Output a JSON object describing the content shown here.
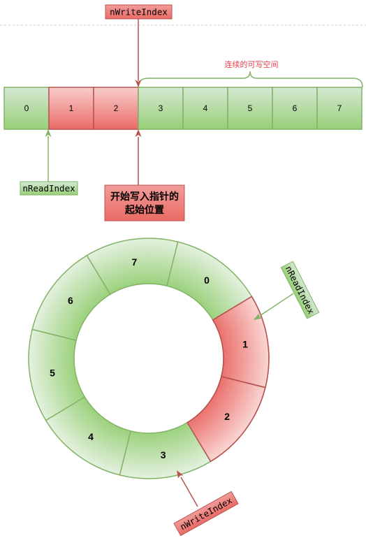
{
  "linear": {
    "cells": [
      {
        "label": "0",
        "state": "free"
      },
      {
        "label": "1",
        "state": "written"
      },
      {
        "label": "2",
        "state": "written"
      },
      {
        "label": "3",
        "state": "free"
      },
      {
        "label": "4",
        "state": "free"
      },
      {
        "label": "5",
        "state": "free"
      },
      {
        "label": "6",
        "state": "free"
      },
      {
        "label": "7",
        "state": "free"
      }
    ],
    "write_index_label": "nWriteIndex",
    "read_index_label": "nReadIndex",
    "brace_label": "连续的可写空间",
    "start_label_line1": "开始写入指针的",
    "start_label_line2": "起始位置"
  },
  "ring": {
    "segments": [
      {
        "label": "0",
        "state": "free"
      },
      {
        "label": "1",
        "state": "written"
      },
      {
        "label": "2",
        "state": "written"
      },
      {
        "label": "3",
        "state": "free"
      },
      {
        "label": "4",
        "state": "free"
      },
      {
        "label": "5",
        "state": "free"
      },
      {
        "label": "6",
        "state": "free"
      },
      {
        "label": "7",
        "state": "free"
      }
    ],
    "read_index_label": "nReadIndex",
    "write_index_label": "nWriteIndex"
  },
  "colors": {
    "free_fill": "#d5e8d4",
    "free_stroke": "#82b366",
    "written_fill": "#f8cecc",
    "written_stroke": "#b85450",
    "brace_text": "#e0404a"
  }
}
